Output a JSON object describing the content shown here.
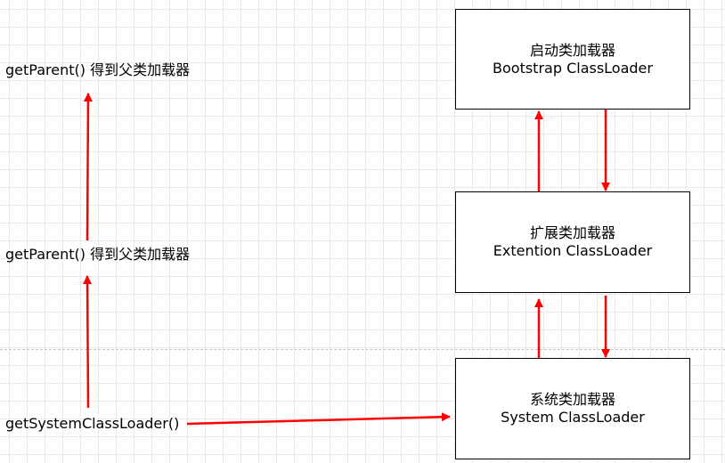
{
  "nodes": {
    "bootstrap": {
      "title": "启动类加载器",
      "subtitle": "Bootstrap ClassLoader"
    },
    "extension": {
      "title": "扩展类加载器",
      "subtitle": "Extention ClassLoader"
    },
    "system": {
      "title": "系统类加载器",
      "subtitle": "System ClassLoader"
    }
  },
  "annotations": {
    "get_parent_top": "getParent() 得到父类加载器",
    "get_parent_middle": "getParent() 得到父类加载器",
    "get_system_loader": "getSystemClassLoader()"
  },
  "colors": {
    "arrow": "#ff0000",
    "border": "#000000",
    "grid": "#e9e9e9"
  }
}
